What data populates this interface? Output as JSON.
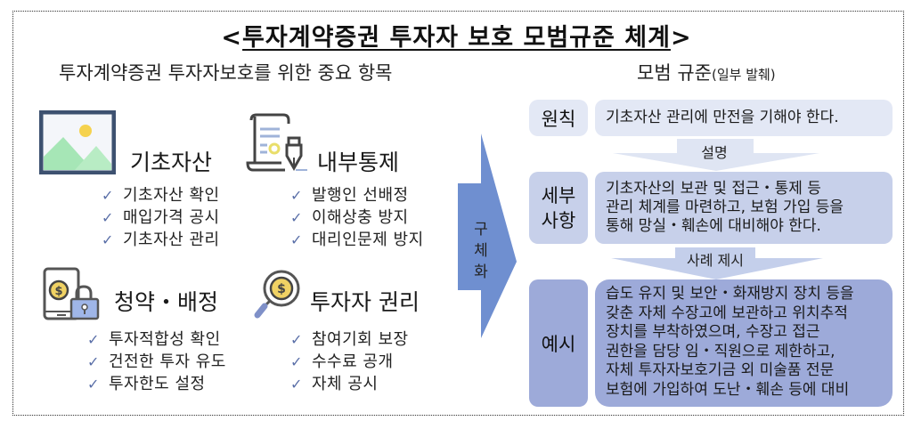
{
  "title": "<투자계약증권 투자자 보호 모범규준 체계>",
  "title_parts": {
    "open": "<",
    "text": "투자계약증권 투자자 보호 모범규준 체계",
    "close": ">"
  },
  "left_heading": "투자계약증권 투자자보호를 위한 중요 항목",
  "right_heading": {
    "main": "모범 규준",
    "note": "(일부 발췌)"
  },
  "categories": [
    {
      "name": "기초자산",
      "icon": "image-landscape-icon",
      "items": [
        "기초자산 확인",
        "매입가격 공시",
        "기초자산 관리"
      ]
    },
    {
      "name": "내부통제",
      "icon": "document-pen-icon",
      "items": [
        "발행인 선배정",
        "이해상충 방지",
        "대리인문제 방지"
      ]
    },
    {
      "name": "청약・배정",
      "icon": "phone-coin-lock-icon",
      "items": [
        "투자적합성 확인",
        "건전한 투자 유도",
        "투자한도 설정"
      ]
    },
    {
      "name": "투자자 권리",
      "icon": "magnifier-coin-icon",
      "items": [
        "참여기회 보장",
        "수수료 공개",
        "자체 공시"
      ]
    }
  ],
  "check_glyph": "✓",
  "big_arrow": {
    "label_chars": [
      "구",
      "체",
      "화"
    ]
  },
  "levels": [
    {
      "label_lines": [
        "원칙"
      ],
      "content_lines": [
        "기초자산 관리에 만전을 기해야 한다."
      ],
      "color": "#e3e8f5"
    },
    {
      "label_lines": [
        "세부",
        "사항"
      ],
      "content_lines": [
        "기초자산의 보관 및 접근・통제 등",
        "관리 체계를 마련하고, 보험 가입 등을",
        "통해 망실・훼손에 대비해야 한다."
      ],
      "color": "#c7d0ea"
    },
    {
      "label_lines": [
        "예시"
      ],
      "content_lines": [
        "습도 유지 및 보안・화재방지 장치 등을",
        "갖춘 자체 수장고에 보관하고 위치추적",
        "장치를 부착하였으며, 수장고 접근",
        "권한을 담당 임・직원으로 제한하고,",
        "자체 투자자보호기금 외 미술품 전문",
        "보험에 가입하여 도난・훼손 등에 대비"
      ],
      "color": "#9daad9"
    }
  ],
  "connectors": [
    {
      "label": "설명"
    },
    {
      "label": "사례 제시"
    }
  ],
  "colors": {
    "arrow_blue": "#6f8fd0",
    "check_blue": "#5a6fa8",
    "level1": "#e3e8f5",
    "level2": "#c7d0ea",
    "level3": "#9daad9",
    "connector1": "#dfe5f3",
    "connector2": "#c4cfeb"
  }
}
